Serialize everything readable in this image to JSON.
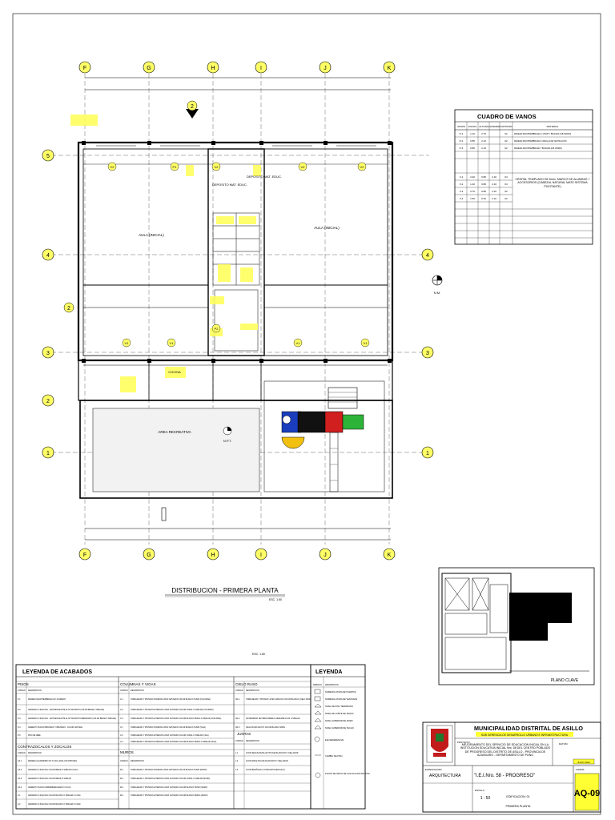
{
  "plan": {
    "title": "DISTRIBUCION - PRIMERA PLANTA",
    "scale": "ESC. 1:50",
    "scale_small": "ESC. 1:50",
    "axes_top": [
      "F",
      "G",
      "H",
      "I",
      "J",
      "K"
    ],
    "axes_bottom": [
      "F",
      "G",
      "H",
      "I",
      "J",
      "K"
    ],
    "axes_left": [
      "5",
      "4",
      "3",
      "2",
      "1"
    ],
    "rooms": {
      "aula_left": "AULA (INICIAL)",
      "aula_right": "AULA (INICIAL)",
      "deposito_1": "DEPOSITO MAT. EDUC.",
      "deposito_2": "DEPOSITO MAT. EDUC.",
      "area_recreativa": "AREA RECREATIVA",
      "cocina": "COCINA",
      "npt_label": "N.P.T."
    },
    "door_tags": [
      "V2",
      "P1",
      "V2",
      "V1",
      "V1",
      "V2",
      "P2",
      "V2",
      "V1",
      "V1"
    ],
    "cut_marks": [
      "2",
      "2"
    ],
    "north_label": "N.M."
  },
  "vanos": {
    "title": "CUADRO DE VANOS",
    "headers": [
      "VANOS",
      "ANCHO",
      "ALTURA",
      "ALFEIZER",
      "CANTIDAD",
      "MATERIAL"
    ],
    "rows": [
      [
        "P-1",
        "1.10",
        "2.70",
        "",
        "02",
        "MADERA MACHIHEMBRADA C/ VISOR Y BISAGRA (LIB VIDRIO)"
      ],
      [
        "P-2",
        "0.85",
        "2.10",
        "",
        "02",
        "MADERA MACHIHEMBRADA C/ REJILLA DE VENTILACION"
      ],
      [
        "P-3",
        "0.80",
        "2.10",
        "",
        "02",
        "MADERA MACHIHEMBRADA Y BISAGRA (LIB VIDRIO)"
      ],
      [
        "V-1",
        "2.40",
        "0.80",
        "2.10",
        "04",
        ""
      ],
      [
        "V-2",
        "1.40",
        "0.80",
        "2.10",
        "04",
        ""
      ],
      [
        "V-3",
        "0.70",
        "0.80",
        "2.10",
        "02",
        ""
      ],
      [
        "V-4",
        "1.50",
        "0.40",
        "2.10",
        "02",
        ""
      ]
    ],
    "window_material": "CRISTAL TEMPLADO DE 6mm, MARCO DE ALUMINIO + ACCESORIOS (CABEZAL NATURAL MATE SISTEMA PIVOTANTE)"
  },
  "plano_clave": {
    "label": "PLANO CLAVE"
  },
  "leyenda_acabados": {
    "title": "LEYENDA DE ACABADOS",
    "pisos": {
      "title": "PISOS",
      "headers": [
        "CODIGO",
        "DESCRIPCION"
      ],
      "rows": [
        [
          "P-1",
          "MADERA MACHIHEMBRADA 3/4\" ACABADO"
        ],
        [
          "P-2",
          "CERAMICO 0.60x0.60m - ANTIDESLIZANTE ALTO TRANSITO (COLOR BEIGE O SIMILAR)"
        ],
        [
          "P-3",
          "CERAMICO 0.60x0.60m - ANTIDESLIZANTE ALTO TRANSITO PREPARADO (COLOR BEIGE O SIMILAR)"
        ],
        [
          "P-4",
          "CEMENTO PULIDO BRUÑADO Y BRUÑADO - COLOR NATURAL"
        ],
        [
          "P-5",
          "PISO DE JEBE"
        ]
      ]
    },
    "contrazocalos": {
      "title": "CONTRAZOCALOS Y ZOCALOS",
      "headers": [
        "CODIGO",
        "DESCRIPCION"
      ],
      "rows": [
        [
          "CZ-1",
          "MADERA ALGARROBO 3/4\" h=10cm (INCLUYE PINTADO)"
        ],
        [
          "CZ-2",
          "CERAMICO 0.30x0.60m COLOR BEIGE O SIMILAR h=10cm"
        ],
        [
          "CZ-3",
          "CERAMICO 0.30x0.60m COLOR BEIGE O SIMILAR"
        ],
        [
          "CZ-4",
          "CEMENTO PULIDO IMPERMEABILIZADO h=0.10m"
        ],
        [
          "Z-1",
          "CERAMICO 0.30x0.60m COLOR BLANCO O SIMILAR h=1.50m"
        ],
        [
          "Z-2",
          "CERAMICO 0.30x0.60m COLOR BLANCO O SIMILAR h=1.80m"
        ]
      ]
    },
    "columnas": {
      "title": "COLUMNAS Y VIGAS",
      "headers": [
        "CODIGO",
        "DESCRIPCION"
      ],
      "rows": [
        [
          "C-1",
          "TARRAJEADO Y PINTADO INTERIOR LATEX SATINADO COLOR BLANCO HUMO (COLUMNA)"
        ],
        [
          "C-2",
          "TARRAJEADO Y PINTADO EXTERIOR LATEX SATINADO COLOR CORAL O SIMILAR (COLUMNA)"
        ],
        [
          "C-3",
          "TARRAJEADO Y PINTADO EXTERIOR LATEX SATINADO COLOR BLANCO PERLA O SIMILAR (COLUMNA)"
        ],
        [
          "V-1",
          "TARRAJEADO Y PINTADO INTERIOR LATEX SATINADO COLOR BLANCO HUMO (VIGA)"
        ],
        [
          "V-2",
          "TARRAJEADO Y PINTADO EXTERIOR LATEX SATINADO COLOR CORAL O SIMILAR (VIGA)"
        ],
        [
          "V-3",
          "TARRAJEADO Y PINTADO EXTERIOR LATEX SATINADO COLOR BLANCO PERLA O SIMILAR (VIGA)"
        ]
      ]
    },
    "muros": {
      "title": "MUROS",
      "headers": [
        "CODIGO",
        "DESCRIPCION"
      ],
      "rows": [
        [
          "M-1",
          "TARRAJEADO Y PINTADO INTERIOR LATEX SATINADO COLOR BLANCO HUMO (MURO)"
        ],
        [
          "M-2",
          "TARRAJEADO Y PINTADO EXTERIOR LATEX SATINADO COLOR CORAL O SIMILAR (MURO)"
        ],
        [
          "M-3",
          "TARRAJEADO Y PINTADO EXTERIOR LATEX SATINADO COLOR BLANCO HUMO (MURO)"
        ],
        [
          "M-4",
          "TARRAJEADO Y PINTADO EXTERIOR LATEX SATINADO COLOR BLANCO PERLA (MURO)"
        ]
      ]
    },
    "cielo_raso": {
      "title": "CIELO RASO",
      "headers": [
        "CODIGO",
        "DESCRIPCION"
      ],
      "rows": [
        [
          "CR-1",
          "TARRAJEADO Y PINTADO LATEX ACRILICO COLOR BLANCO (CIELO RASO)"
        ],
        [
          "CR-2",
          "SUSPENDIDO DE FIBRA MINERAL DEFENSE PLUS O SIMILAR"
        ],
        [
          "CR-3",
          "CIELO RASO DE PVC COLOR BLANCO MATE"
        ]
      ]
    },
    "juntas": {
      "title": "JUNTAS",
      "headers": [
        "CODIGO",
        "DESCRIPCION"
      ],
      "rows": [
        [
          "J-1",
          "JUNTA SEGUN DETALLE TIPO DE DILATACION Y SELLADOR"
        ],
        [
          "J-2",
          "JUNTA ASFALTICA DE DILATACION Y SELLADOR"
        ],
        [
          "J-3",
          "JUNTA BRUÑADA (C/ TAPAJUNTA METALICA)"
        ]
      ]
    }
  },
  "leyenda": {
    "title": "LEYENDA",
    "headers": [
      "SIMBOLO",
      "DESCRIPCION"
    ],
    "items": [
      "NOMENCLATURA DE PUERTAS",
      "NOMENCLATURA DE VENTANAS",
      "NIVEL DE PISO TERMINADO",
      "NIVEL DE CORTE DE TECHO",
      "NIVEL SUPERIOR DE MURO",
      "NIVEL SUPERIOR DE TECHO",
      "EJE REFERENCIAL",
      "CAMBIO DE PISO",
      "PUNTO DE INICIO DE COLOCACION DE PISO"
    ]
  },
  "title_block": {
    "entity": "MUNICIPALIDAD DISTRITAL DE ASILLO",
    "sub_entity": "SUB GERENCIA DE DESARROLLO URBANO E INFRAESTRUCTURA",
    "project_label": "PROYECTO:",
    "project": "MEJORAMIENTO DEL SERVICIO DE EDUCACION INICIAL EN LA INSTITUCION EDUCATIVA INICIAL Nro. 58 DEL CENTRO POBLADO DE PROGRESO DEL DISTRITO DE ASILLO - PROVINCIA DE AZANGARO - DEPARTAMENTO DE PUNO",
    "specialty_label": "ESPECIALIDAD:",
    "specialty": "ARQUITECTURA",
    "school": "\"I.E.I.Nro. 58 - PROGRESO\"",
    "edificacion": "EDIFICACION: 01",
    "planta": "PRIMERA PLANTA",
    "escala_label": "ESCALA",
    "escala": "1 : 50",
    "fecha": "JULIO 2021",
    "sheet": "AQ-09",
    "sheet_label": "LAMINA:",
    "datum": "DATUM"
  }
}
